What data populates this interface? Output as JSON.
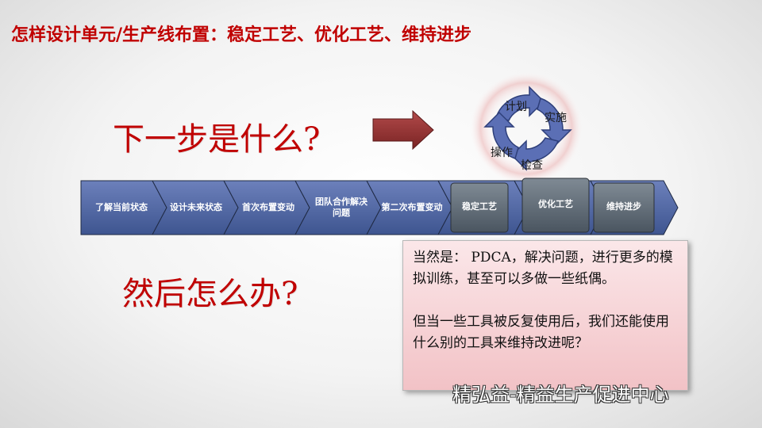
{
  "title": "怎样设计单元/生产线布置：稳定工艺、优化工艺、维持进步",
  "question1": "下一步是什么?",
  "question2": "然后怎么办?",
  "cycle": {
    "steps": [
      "计划",
      "实施",
      "检查",
      "操作"
    ],
    "colors": {
      "ring": "#5b6fb5",
      "ring_edge": "#2e3f7a"
    }
  },
  "process": {
    "steps": [
      {
        "label": "了解当前状态"
      },
      {
        "label": "设计未来状态"
      },
      {
        "label": "首次布置变动"
      },
      {
        "label": "团队合作解决问题"
      },
      {
        "label": "第二次布置变动"
      },
      {
        "label": "稳定工艺"
      },
      {
        "label": "优化工艺"
      },
      {
        "label": "维持进步"
      }
    ],
    "colors": {
      "blue": "#4f67a6",
      "gray": "#5f6b77"
    }
  },
  "note": {
    "para1": "当然是： PDCA，解决问题，进行更多的模拟训练，甚至可以多做一些纸偶。",
    "para2": "但当一些工具被反复使用后，我们还能使用什么别的工具来维持改进呢？"
  },
  "watermark": "精弘益-精益生产促进中心"
}
